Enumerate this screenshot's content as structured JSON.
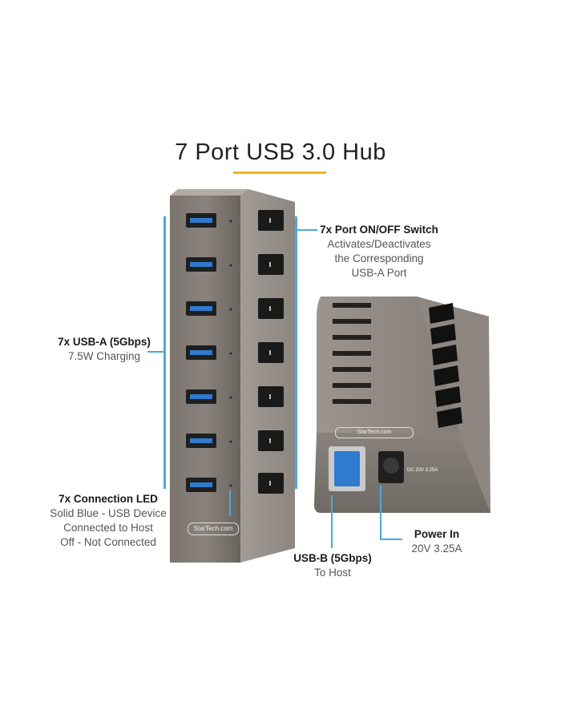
{
  "page": {
    "title": "7 Port USB 3.0 Hub"
  },
  "colors": {
    "accent": "#f2b320",
    "callout": "#4ca9d8",
    "body": "#6e6762",
    "usb_blue": "#2e7bd0"
  },
  "callouts": {
    "switch": {
      "heading": "7x Port ON/OFF Switch",
      "line1": "Activates/Deactivates",
      "line2": "the Corresponding",
      "line3": "USB-A Port"
    },
    "usba": {
      "heading": "7x USB-A (5Gbps)",
      "line1": "7.5W Charging"
    },
    "led": {
      "heading": "7x Connection LED",
      "line1": "Solid Blue - USB Device",
      "line2": "Connected to Host",
      "line3": "Off - Not Connected"
    },
    "usbb": {
      "heading": "USB-B (5Gbps)",
      "line1": "To Host"
    },
    "power": {
      "heading": "Power In",
      "line1": "20V 3.25A"
    }
  },
  "device": {
    "brand": "StarTech.com",
    "port_count": 7,
    "dc_label": "DC 20V 3.25A"
  }
}
